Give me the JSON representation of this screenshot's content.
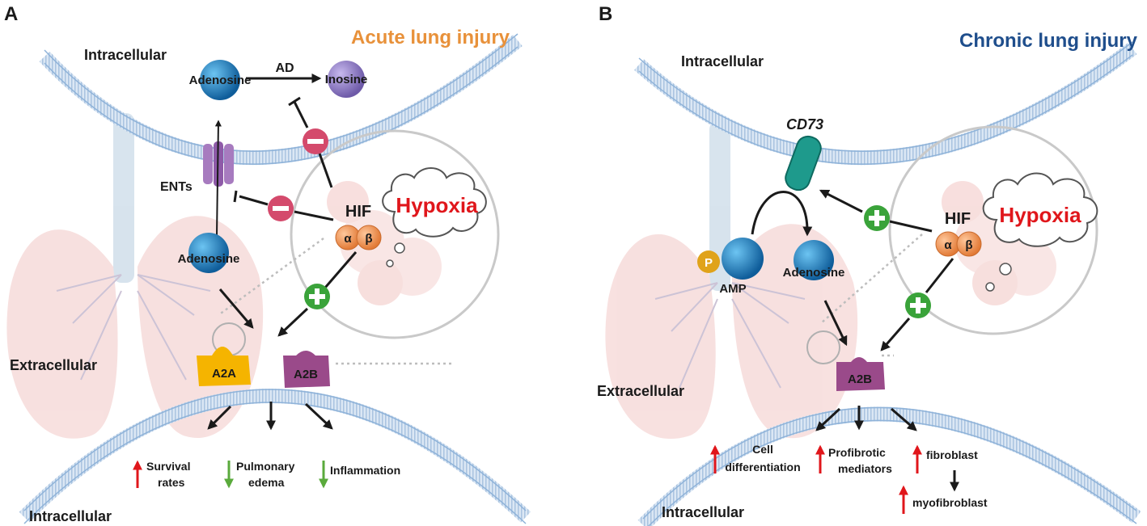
{
  "panel_a": {
    "letter": "A",
    "title": "Acute lung injury",
    "intracellular_top": "Intracellular",
    "intracellular_bottom": "Intracellular",
    "extracellular": "Extracellular",
    "adenosine_in": "Adenosine",
    "ad": "AD",
    "inosine": "Inosine",
    "ents": "ENTs",
    "adenosine_out": "Adenosine",
    "hif": "HIF",
    "alpha": "α",
    "beta": "β",
    "hypoxia": "Hypoxia",
    "a2a": "A2A",
    "a2b": "A2B",
    "outcome_survival_1": "Survival",
    "outcome_survival_2": "rates",
    "outcome_edema_1": "Pulmonary",
    "outcome_edema_2": "edema",
    "outcome_inflammation": "Inflammation"
  },
  "panel_b": {
    "letter": "B",
    "title": "Chronic lung injury",
    "intracellular_top": "Intracellular",
    "intracellular_bottom": "Intracellular",
    "extracellular": "Extracellular",
    "cd73": "CD73",
    "amp": "AMP",
    "p": "P",
    "adenosine": "Adenosine",
    "hif": "HIF",
    "alpha": "α",
    "beta": "β",
    "hypoxia": "Hypoxia",
    "a2b": "A2B",
    "outcome_cell_1": "Cell",
    "outcome_cell_2": "differentiation",
    "outcome_profib_1": "Profibrotic",
    "outcome_profib_2": "mediators",
    "outcome_fibroblast": "fibroblast",
    "outcome_myofibroblast": "myofibroblast"
  },
  "colors": {
    "acute_title": "#e8913a",
    "chronic_title": "#1f4e8c",
    "hypoxia": "#e0161b",
    "membrane": "#8fb3d9",
    "adenosine": "#1e7fc4",
    "inosine": "#8f7cc7",
    "inhibit": "#d44a6c",
    "activate": "#3aa33a",
    "hif": "#f0975a",
    "a2a": "#f5b400",
    "a2b": "#9a4a8a",
    "cd73": "#1e9a8c",
    "phosphate": "#e0a31a",
    "up_arrow": "#e0161b",
    "down_arrow": "#5aaa3c"
  }
}
